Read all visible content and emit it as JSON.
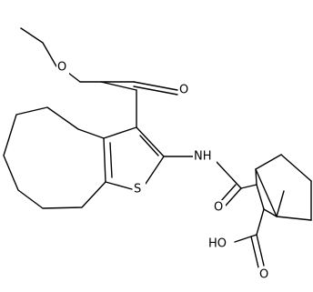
{
  "molecule": {
    "atoms": {
      "ester_o_single": "O",
      "ester_o_double": "O",
      "sulfur": "S",
      "amide_nh": "NH",
      "amide_o": "O",
      "acid_oh": "HO",
      "acid_o": "O"
    }
  }
}
